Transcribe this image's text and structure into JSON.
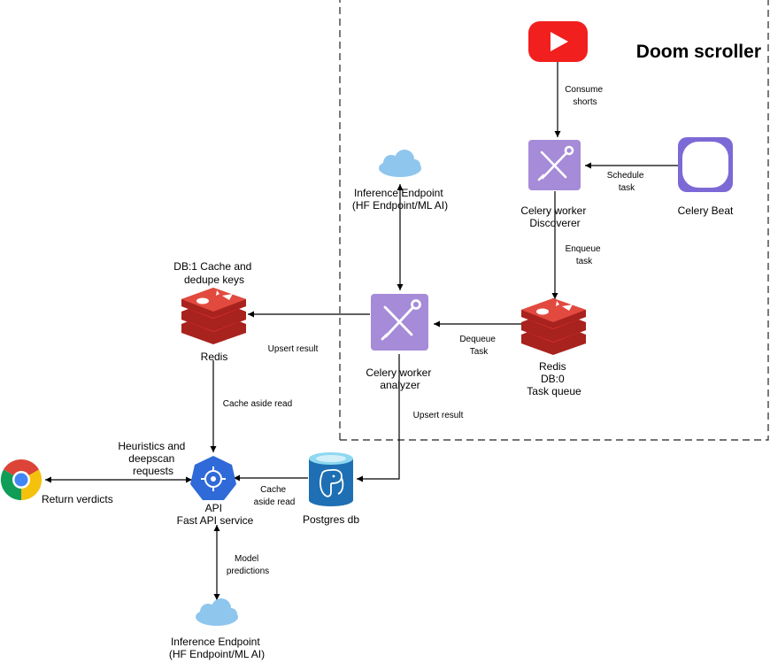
{
  "title": "Doom scroller",
  "colors": {
    "celery": "#A68BD8",
    "celery_beat": "#7C69D6",
    "redis": "#D8302B",
    "postgres": "#1E6FB3",
    "youtube": "#F21F1F",
    "fastapi": "#2F6AD8",
    "cloud": "#8FC6EE",
    "edge": "#000000",
    "boundary": "#222222"
  },
  "nodes": {
    "youtube": {
      "icon": "youtube-icon"
    },
    "celery_discoverer": {
      "icon": "tools-icon",
      "label_lines": [
        "Celery worker",
        "Discoverer"
      ]
    },
    "celery_beat": {
      "icon": "celery-beat-icon",
      "label_lines": [
        "Celery Beat"
      ]
    },
    "redis_queue": {
      "icon": "redis-icon",
      "label_lines": [
        "Redis",
        "DB:0",
        "Task queue"
      ]
    },
    "celery_analyzer": {
      "icon": "tools-icon",
      "label_lines": [
        "Celery worker",
        "analyzer"
      ]
    },
    "inference_top": {
      "icon": "cloud-icon",
      "label_lines": [
        "Inference Endpoint",
        "(HF Endpoint/ML AI)"
      ]
    },
    "redis_cache": {
      "icon": "redis-icon",
      "header_lines": [
        "DB:1 Cache and",
        "dedupe keys"
      ],
      "label_lines": [
        "Redis"
      ]
    },
    "api": {
      "icon": "fastapi-icon",
      "label_lines": [
        "API",
        "Fast API service"
      ]
    },
    "postgres": {
      "icon": "postgres-icon",
      "label_lines": [
        "Postgres db"
      ]
    },
    "chrome": {
      "icon": "chrome-icon",
      "label_lines": [
        "Return verdicts"
      ]
    },
    "inference_bottom": {
      "icon": "cloud-icon",
      "label_lines": [
        "Inference Endpoint",
        "(HF Endpoint/ML AI)"
      ]
    }
  },
  "edges": {
    "consume_shorts": [
      "Consume",
      "shorts"
    ],
    "schedule_task": [
      "Schedule",
      "task"
    ],
    "enqueue_task": [
      "Enqueue",
      "task"
    ],
    "dequeue_task": [
      "Dequeue",
      "Task"
    ],
    "upsert_redis": [
      "Upsert result"
    ],
    "upsert_postgres": [
      "Upsert result"
    ],
    "cache_aside_redis": [
      "Cache aside read"
    ],
    "cache_aside_postgres": [
      "Cache",
      "aside read"
    ],
    "heuristics": [
      "Heuristics and",
      "deepscan",
      "requests"
    ],
    "model_predictions": [
      "Model",
      "predictions"
    ]
  }
}
